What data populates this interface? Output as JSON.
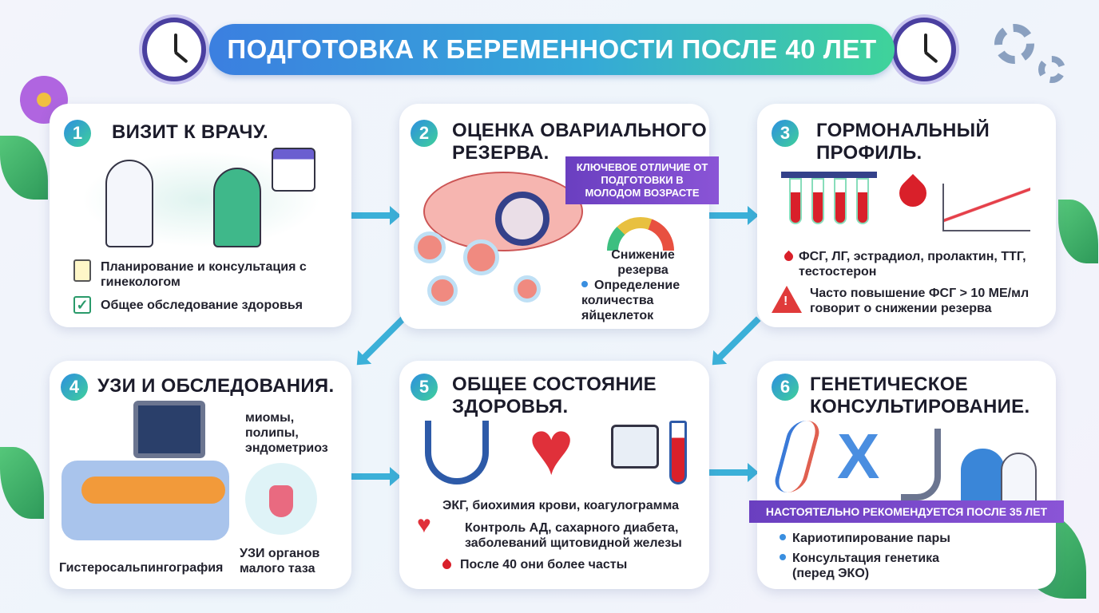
{
  "title": "ПОДГОТОВКА К БЕРЕМЕННОСТИ ПОСЛЕ 40 ЛЕТ",
  "cards": [
    {
      "num": "1",
      "title": "ВИЗИТ К ВРАЧУ.",
      "items": [
        "Планирование и консультация с гинекологом",
        "Общее обследование здоровья"
      ]
    },
    {
      "num": "2",
      "title": "ОЦЕНКА ОВАРИАЛЬНОГО РЕЗЕРВА.",
      "ribbon": "КЛЮЧЕВОЕ ОТЛИЧИЕ ОТ ПОДГОТОВКИ В МОЛОДОМ ВОЗРАСТЕ",
      "gauge_label": "Снижение резерва",
      "items": [
        "Определение количества яйцеклеток"
      ]
    },
    {
      "num": "3",
      "title": "ГОРМОНАЛЬНЫЙ ПРОФИЛЬ.",
      "items": [
        "ФСГ, ЛГ, эстрадиол, пролактин, ТТГ, тестостерон",
        "Часто повышение ФСГ > 10 МЕ/мл говорит о снижении резерва"
      ]
    },
    {
      "num": "4",
      "title": "УЗИ И ОБСЛЕДОВАНИЯ.",
      "labels": [
        "миомы, полипы, эндометриоз",
        "Гистеросальпингография",
        "УЗИ органов малого таза"
      ]
    },
    {
      "num": "5",
      "title": "ОБЩЕЕ СОСТОЯНИЕ ЗДОРОВЬЯ.",
      "items": [
        "ЭКГ, биохимия крови, коагулограмма",
        "Контроль АД, сахарного диабета, заболеваний щитовидной железы",
        "После 40 они более часты"
      ]
    },
    {
      "num": "6",
      "title": "ГЕНЕТИЧЕСКОЕ КОНСУЛЬТИРОВАНИЕ.",
      "ribbon": "НАСТОЯТЕЛЬНО РЕКОМЕНДУЕТСЯ ПОСЛЕ 35 ЛЕТ",
      "items": [
        "Кариотипирование пары",
        "Консультация генетика (перед ЭКО)"
      ]
    }
  ],
  "colors": {
    "accent": "#3b7fe0",
    "ribbon": "#7a48cc",
    "blood": "#d9202a"
  }
}
